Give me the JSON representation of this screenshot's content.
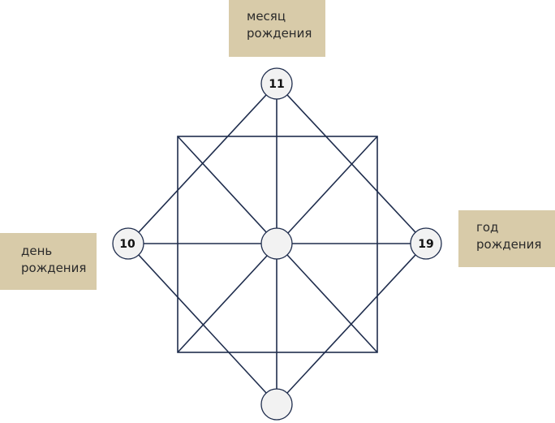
{
  "labels": {
    "month": "месяц\nрождения",
    "day": "день\nрождения",
    "year": "год\nрождения"
  },
  "nodes": {
    "top": "11",
    "left": "10",
    "right": "19",
    "center": "",
    "bottom": ""
  },
  "colors": {
    "line": "#1f2d4d",
    "label_background": "#d8cba9",
    "node_fill": "#f2f2f2"
  }
}
